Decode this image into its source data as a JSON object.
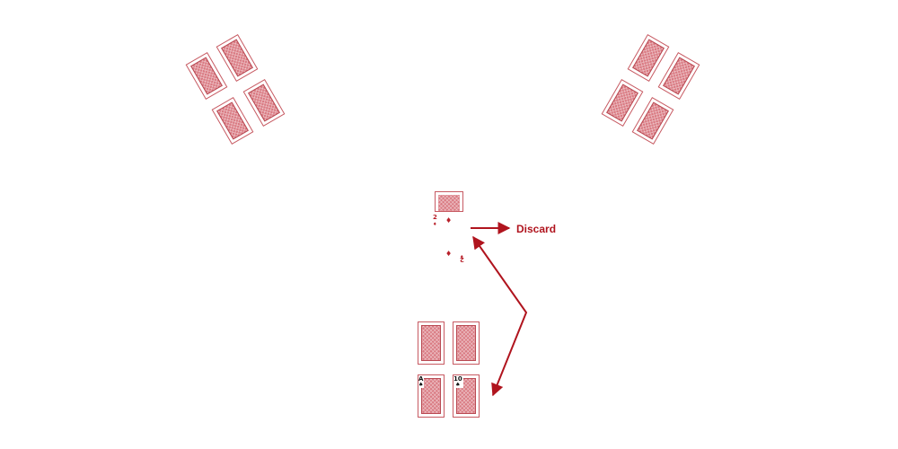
{
  "labels": {
    "discard": "Discard"
  },
  "face_up_card": {
    "rank": "2",
    "suit": "diamonds",
    "suit_symbol": "♦"
  },
  "player_hand": {
    "revealed": [
      {
        "rank": "A",
        "suit_symbol": "♠"
      },
      {
        "rank": "10",
        "suit_symbol": "♠"
      }
    ]
  },
  "opponents": {
    "left_count": 4,
    "right_count": 4
  },
  "colors": {
    "card_back": "#d97a82",
    "accent": "#b0141e"
  }
}
